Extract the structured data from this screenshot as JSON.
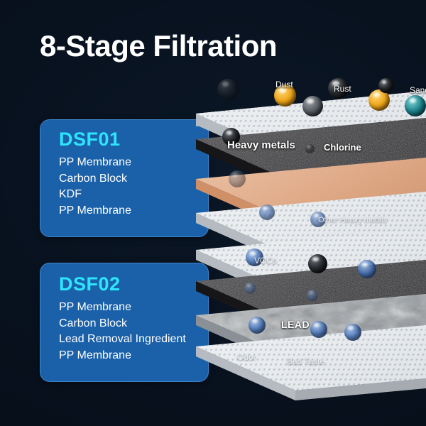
{
  "header": {
    "title": "8-Stage Filtration"
  },
  "cards": [
    {
      "code": "DSF01",
      "layers": [
        "PP Membrane",
        "Carbon Block",
        "KDF",
        "PP Membrane"
      ]
    },
    {
      "code": "DSF02",
      "layers": [
        "PP Membrane",
        "Carbon Block",
        "Lead Removal Ingredient",
        "PP Membrane"
      ]
    }
  ],
  "contaminant_labels": {
    "dust": "Dust",
    "rust": "Rust",
    "sand": "Sand",
    "heavy_metals": "Heavy metals",
    "chlorine": "Chlorine",
    "other_heavy_metals": "Other Heavy metals",
    "vocs": "VOCs",
    "lead": "LEAD",
    "odor": "Odor",
    "bad_taste": "Bad Taste"
  },
  "colors": {
    "background": "#081220",
    "card_blue": "#1a61a9",
    "card_border": "#3f86c8",
    "accent_cyan": "#2fe4ff",
    "text_white": "#ffffff",
    "carbon_black": "#2a2a2c",
    "kdf_copper": "#e3a882",
    "membrane_white": "#e9ecef",
    "lead_gray": "#a9aeb2"
  }
}
